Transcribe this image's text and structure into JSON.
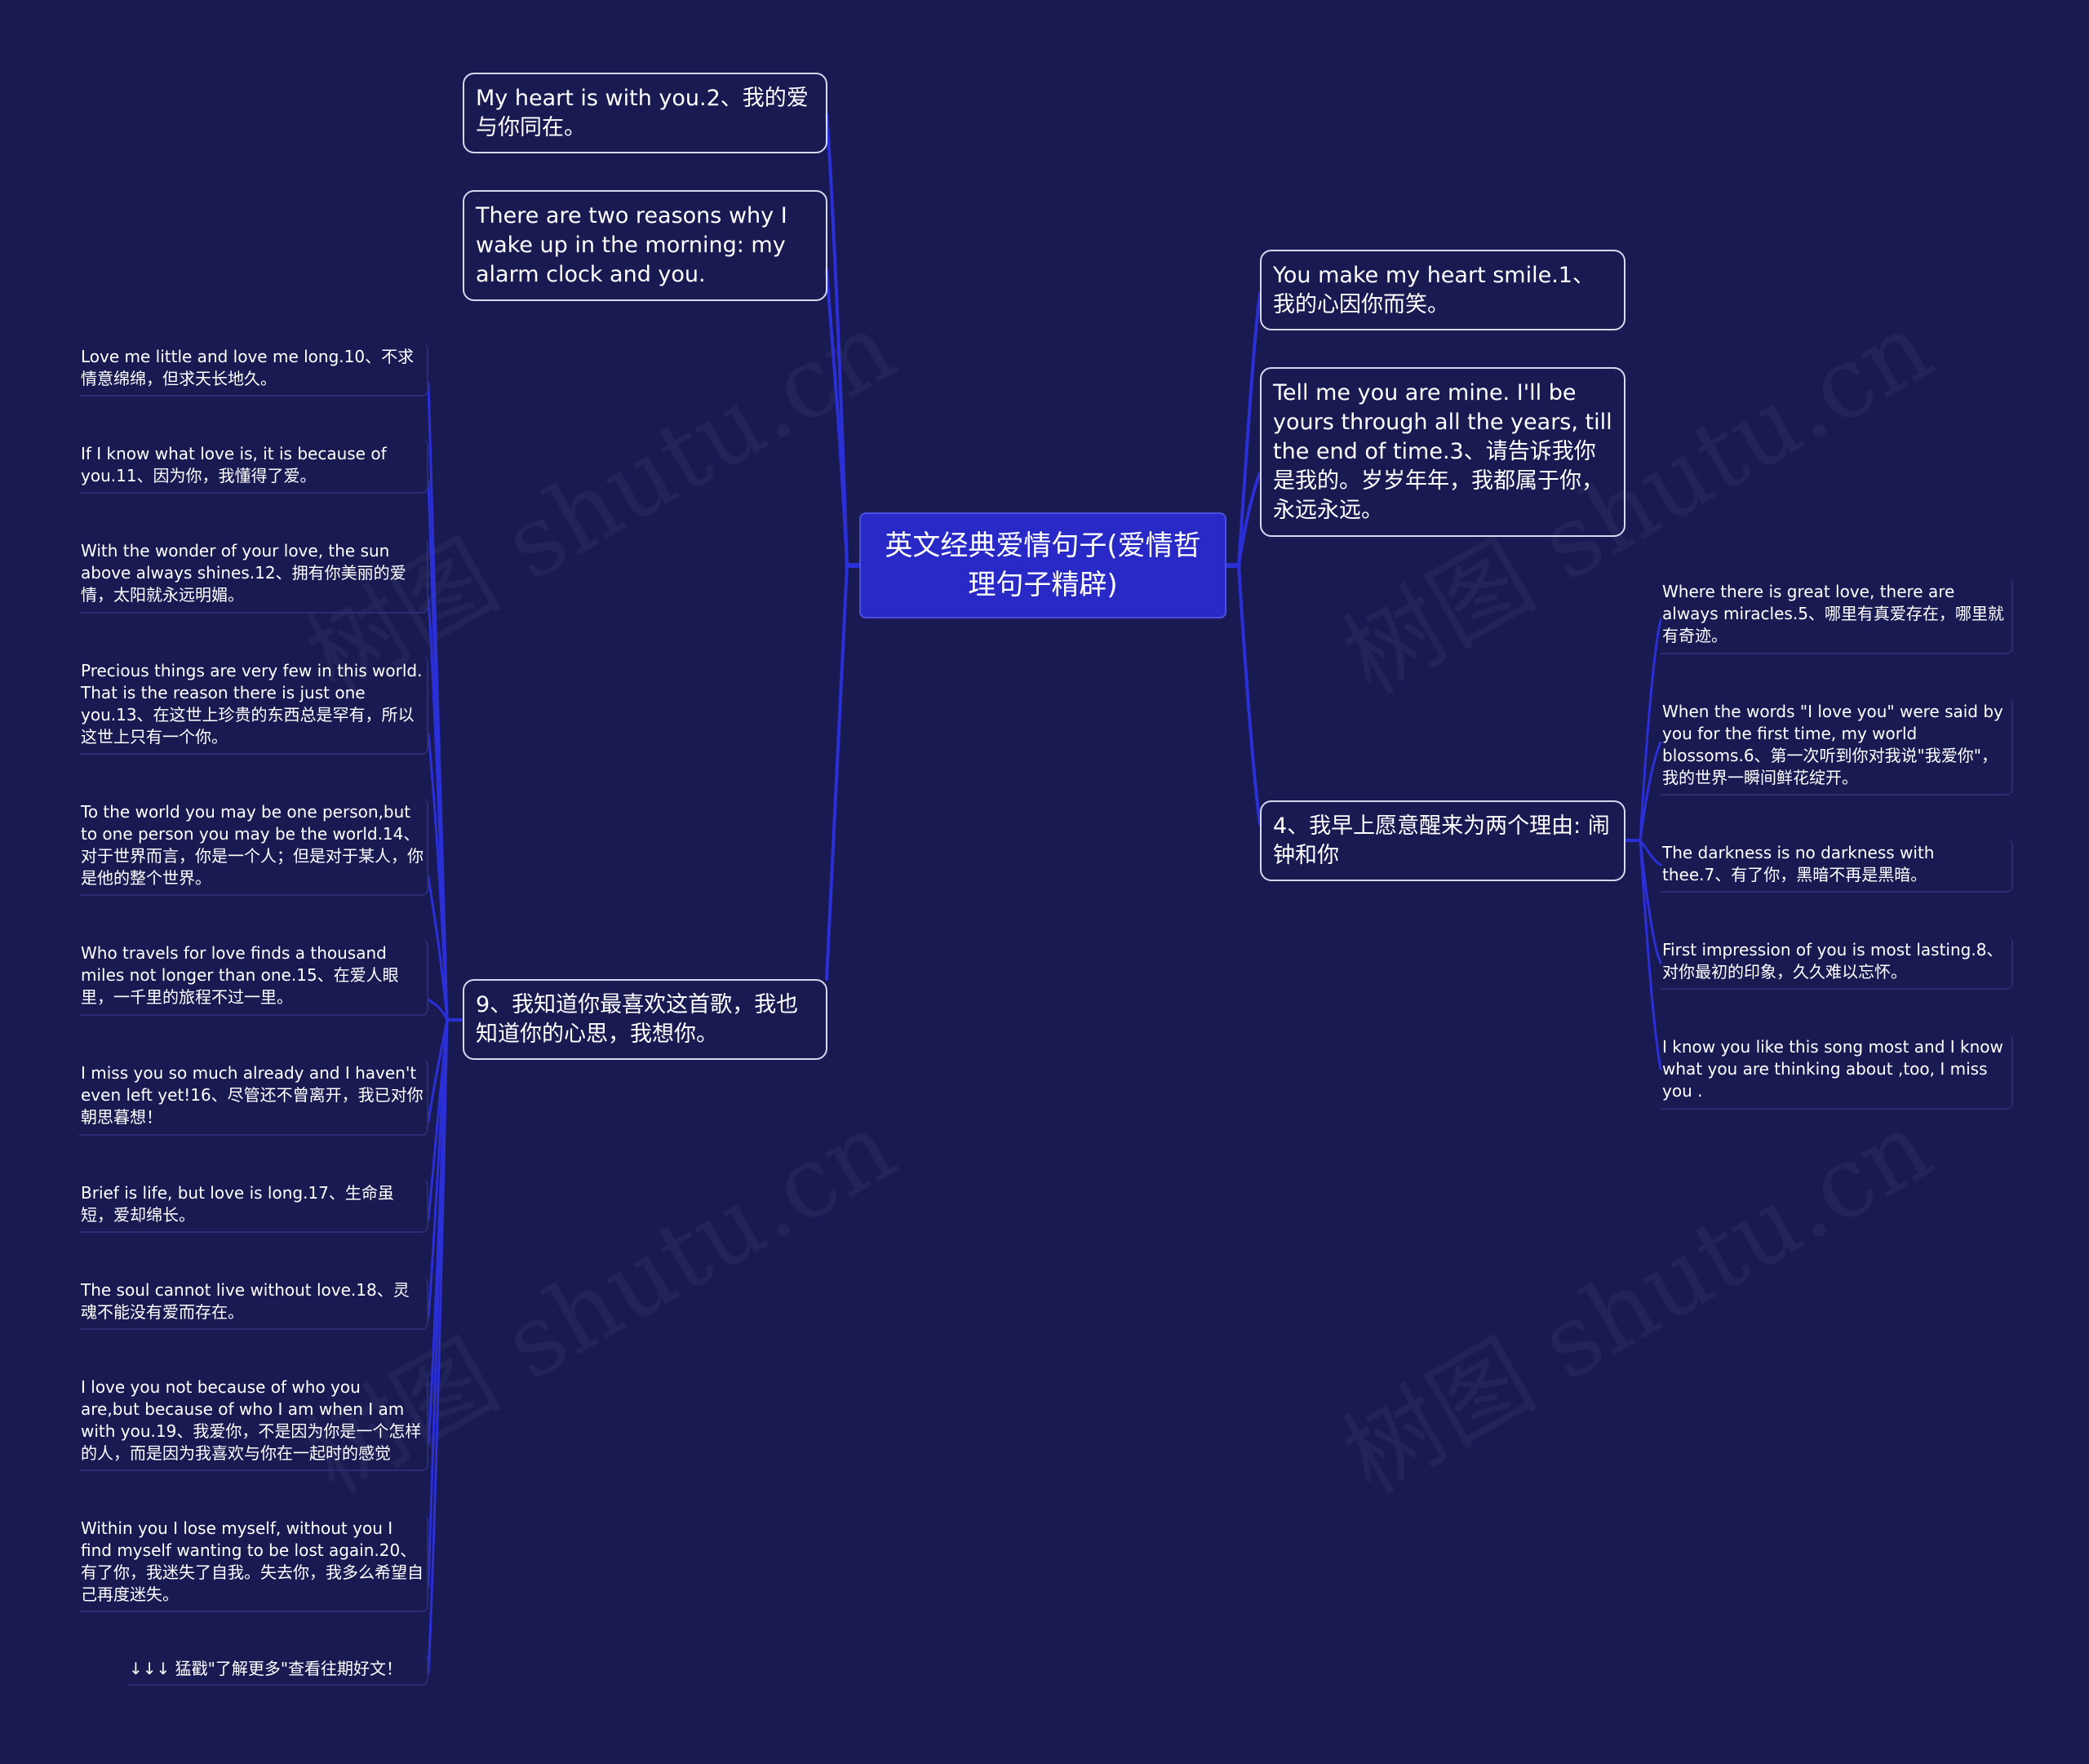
{
  "root": {
    "label": "英文经典爱情句子(爱情哲理句子精辟)"
  },
  "left_branches": {
    "b1": "My heart is with you.2、我的爱与你同在。",
    "b2": "There are two reasons why I wake up in the morning: my alarm clock and you.",
    "b3": "9、我知道你最喜欢这首歌，我也知道你的心思，我想你。"
  },
  "left_leaves": [
    "Love me little and love me long.10、不求情意绵绵，但求天长地久。",
    "If I know what love is, it is because of you.11、因为你，我懂得了爱。",
    "With the wonder of your love, the sun above always shines.12、拥有你美丽的爱情，太阳就永远明媚。",
    "Precious things are very few in this world. That is the reason there is just one you.13、在这世上珍贵的东西总是罕有，所以这世上只有一个你。",
    "To the world you may be one person,but to one person you may be the world.14、对于世界而言，你是一个人；但是对于某人，你是他的整个世界。",
    "Who travels for love finds a thousand miles not longer than one.15、在爱人眼里，一千里的旅程不过一里。",
    "I miss you so much already and I haven't even left yet!16、尽管还不曾离开，我已对你朝思暮想！",
    "Brief is life, but love is long.17、生命虽短，爱却绵长。",
    "The soul cannot live without love.18、灵魂不能没有爱而存在。",
    "I love you not because of who you are,but because of who I am when I am with you.19、我爱你，不是因为你是一个怎样的人，而是因为我喜欢与你在一起时的感觉",
    "Within you I lose myself, without you I find myself wanting to be lost again.20、有了你，我迷失了自我。失去你，我多么希望自己再度迷失。",
    "↓↓↓ 猛戳\"了解更多\"查看往期好文！"
  ],
  "right_branches": {
    "b1": "You make my heart smile.1、我的心因你而笑。",
    "b2": "Tell me you are mine. I'll be yours through all the years, till the end of time.3、请告诉我你是我的。岁岁年年，我都属于你，永远永远。",
    "b3": "4、我早上愿意醒来为两个理由: 闹钟和你"
  },
  "right_leaves": [
    "Where there is great love, there are always miracles.5、哪里有真爱存在，哪里就有奇迹。",
    "When the words \"I love you\" were said by you for the first time, my world blossoms.6、第一次听到你对我说\"我爱你\"，我的世界一瞬间鲜花绽开。",
    "The darkness is no darkness with thee.7、有了你，黑暗不再是黑暗。",
    "First impression of you is most lasting.8、对你最初的印象，久久难以忘怀。",
    "I know you like this song most and I know what you are thinking about ,too, I miss you ."
  ],
  "watermark": "树图 shutu.cn",
  "colors": {
    "background": "#191a52",
    "root_fill": "#2929c8",
    "link": "#2b2fd6",
    "node_border": "#d6d8ee"
  }
}
